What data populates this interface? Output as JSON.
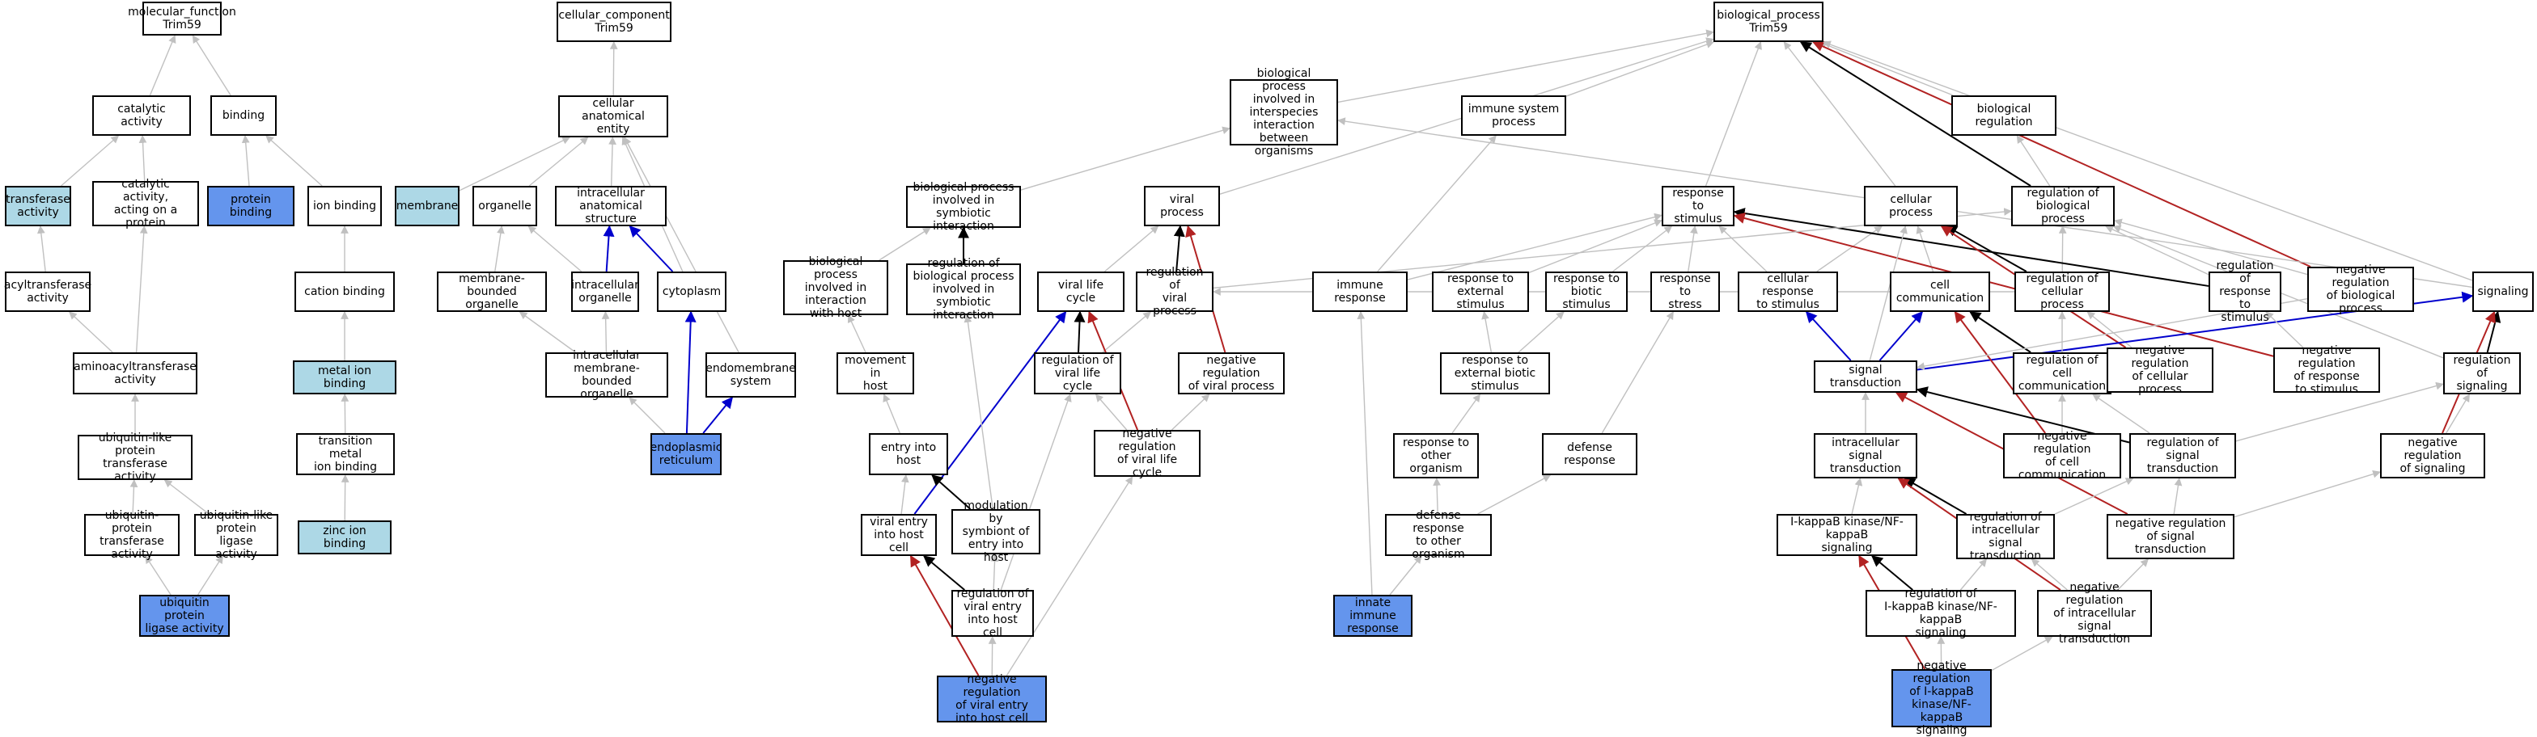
{
  "nodes": [
    {
      "id": "mf",
      "label": "molecular_function\nTrim59",
      "style": "plain"
    },
    {
      "id": "catalytic",
      "label": "catalytic activity",
      "style": "plain"
    },
    {
      "id": "binding",
      "label": "binding",
      "style": "plain"
    },
    {
      "id": "transferase",
      "label": "transferase\nactivity",
      "style": "light"
    },
    {
      "id": "catprot",
      "label": "catalytic activity,\nacting on a\nprotein",
      "style": "plain"
    },
    {
      "id": "protbind",
      "label": "protein binding",
      "style": "dark"
    },
    {
      "id": "ionbind",
      "label": "ion binding",
      "style": "plain"
    },
    {
      "id": "acyl",
      "label": "acyltransferase\nactivity",
      "style": "plain"
    },
    {
      "id": "cationbind",
      "label": "cation binding",
      "style": "plain"
    },
    {
      "id": "aminoacyl",
      "label": "aminoacyltransferase\nactivity",
      "style": "plain"
    },
    {
      "id": "metalion",
      "label": "metal ion binding",
      "style": "light"
    },
    {
      "id": "ublike",
      "label": "ubiquitin-like\nprotein transferase\nactivity",
      "style": "plain"
    },
    {
      "id": "transmetal",
      "label": "transition metal\nion binding",
      "style": "plain"
    },
    {
      "id": "ubprot",
      "label": "ubiquitin-protein\ntransferase\nactivity",
      "style": "plain"
    },
    {
      "id": "ubligase",
      "label": "ubiquitin-like\nprotein ligase\nactivity",
      "style": "plain"
    },
    {
      "id": "zinc",
      "label": "zinc ion binding",
      "style": "light"
    },
    {
      "id": "ubligaseact",
      "label": "ubiquitin protein\nligase activity",
      "style": "dark"
    },
    {
      "id": "cc",
      "label": "cellular_component\nTrim59",
      "style": "plain"
    },
    {
      "id": "cae",
      "label": "cellular anatomical\nentity",
      "style": "plain"
    },
    {
      "id": "membrane",
      "label": "membrane",
      "style": "light"
    },
    {
      "id": "organelle",
      "label": "organelle",
      "style": "plain"
    },
    {
      "id": "ias",
      "label": "intracellular\nanatomical structure",
      "style": "plain"
    },
    {
      "id": "mbo",
      "label": "membrane-bounded\norganelle",
      "style": "plain"
    },
    {
      "id": "intorg",
      "label": "intracellular\norganelle",
      "style": "plain"
    },
    {
      "id": "cytoplasm",
      "label": "cytoplasm",
      "style": "plain"
    },
    {
      "id": "imbo",
      "label": "intracellular\nmembrane-bounded\norganelle",
      "style": "plain"
    },
    {
      "id": "endomem",
      "label": "endomembrane\nsystem",
      "style": "plain"
    },
    {
      "id": "er",
      "label": "endoplasmic\nreticulum",
      "style": "dark"
    },
    {
      "id": "bp",
      "label": "biological_process\nTrim59",
      "style": "plain"
    },
    {
      "id": "bpinter",
      "label": "biological process\ninvolved in\ninterspecies\ninteraction\nbetween organisms",
      "style": "plain"
    },
    {
      "id": "iss",
      "label": "immune system\nprocess",
      "style": "plain"
    },
    {
      "id": "bioreg",
      "label": "biological regulation",
      "style": "plain"
    },
    {
      "id": "bpsym",
      "label": "biological process\ninvolved in\nsymbiotic interaction",
      "style": "plain"
    },
    {
      "id": "viralproc",
      "label": "viral process",
      "style": "plain"
    },
    {
      "id": "resp",
      "label": "response to\nstimulus",
      "style": "plain"
    },
    {
      "id": "cellproc",
      "label": "cellular process",
      "style": "plain"
    },
    {
      "id": "regbp",
      "label": "regulation of\nbiological process",
      "style": "plain"
    },
    {
      "id": "bphost",
      "label": "biological process\ninvolved in\ninteraction\nwith host",
      "style": "plain"
    },
    {
      "id": "regbpsym",
      "label": "regulation of\nbiological process\ninvolved in\nsymbiotic interaction",
      "style": "plain"
    },
    {
      "id": "vlc",
      "label": "viral life cycle",
      "style": "plain"
    },
    {
      "id": "regvp",
      "label": "regulation of\nviral process",
      "style": "plain"
    },
    {
      "id": "immresp",
      "label": "immune response",
      "style": "plain"
    },
    {
      "id": "rext",
      "label": "response to\nexternal stimulus",
      "style": "plain"
    },
    {
      "id": "rbiotic",
      "label": "response to\nbiotic stimulus",
      "style": "plain"
    },
    {
      "id": "rstress",
      "label": "response to\nstress",
      "style": "plain"
    },
    {
      "id": "crs",
      "label": "cellular response\nto stimulus",
      "style": "plain"
    },
    {
      "id": "cellcomm",
      "label": "cell communication",
      "style": "plain"
    },
    {
      "id": "regcp",
      "label": "regulation of\ncellular process",
      "style": "plain"
    },
    {
      "id": "regrs",
      "label": "regulation of\nresponse to\nstimulus",
      "style": "plain"
    },
    {
      "id": "negregbp",
      "label": "negative regulation\nof biological\nprocess",
      "style": "plain"
    },
    {
      "id": "signaling",
      "label": "signaling",
      "style": "plain"
    },
    {
      "id": "movhost",
      "label": "movement in\nhost",
      "style": "plain"
    },
    {
      "id": "regvlc",
      "label": "regulation of\nviral life cycle",
      "style": "plain"
    },
    {
      "id": "negregvp",
      "label": "negative regulation\nof viral process",
      "style": "plain"
    },
    {
      "id": "rebs",
      "label": "response to\nexternal biotic\nstimulus",
      "style": "plain"
    },
    {
      "id": "sigtrans",
      "label": "signal transduction",
      "style": "plain"
    },
    {
      "id": "regcc",
      "label": "regulation of\ncell communication",
      "style": "plain"
    },
    {
      "id": "negregcp",
      "label": "negative regulation\nof cellular\nprocess",
      "style": "plain"
    },
    {
      "id": "negregrs",
      "label": "negative regulation\nof response\nto stimulus",
      "style": "plain"
    },
    {
      "id": "regsig",
      "label": "regulation of\nsignaling",
      "style": "plain"
    },
    {
      "id": "entryhost",
      "label": "entry into host",
      "style": "plain"
    },
    {
      "id": "negregvlc",
      "label": "negative regulation\nof viral life\ncycle",
      "style": "plain"
    },
    {
      "id": "rorg",
      "label": "response to\nother organism",
      "style": "plain"
    },
    {
      "id": "defresp",
      "label": "defense response",
      "style": "plain"
    },
    {
      "id": "ist",
      "label": "intracellular\nsignal transduction",
      "style": "plain"
    },
    {
      "id": "negregcc",
      "label": "negative regulation\nof cell communication",
      "style": "plain"
    },
    {
      "id": "regst",
      "label": "regulation of\nsignal transduction",
      "style": "plain"
    },
    {
      "id": "negregsig",
      "label": "negative regulation\nof signaling",
      "style": "plain"
    },
    {
      "id": "viralentry",
      "label": "viral entry\ninto host cell",
      "style": "plain"
    },
    {
      "id": "modsym",
      "label": "modulation by\nsymbiont of\nentry into host",
      "style": "plain"
    },
    {
      "id": "defrorg",
      "label": "defense response\nto other organism",
      "style": "plain"
    },
    {
      "id": "ikb",
      "label": "I-kappaB kinase/NF-kappaB\nsignaling",
      "style": "plain"
    },
    {
      "id": "regist",
      "label": "regulation of\nintracellular\nsignal transduction",
      "style": "plain"
    },
    {
      "id": "negregst",
      "label": "negative regulation\nof signal transduction",
      "style": "plain"
    },
    {
      "id": "regventry",
      "label": "regulation of\nviral entry\ninto host cell",
      "style": "plain"
    },
    {
      "id": "innate",
      "label": "innate immune\nresponse",
      "style": "dark"
    },
    {
      "id": "regikb",
      "label": "regulation of\nI-kappaB kinase/NF-kappaB\nsignaling",
      "style": "plain"
    },
    {
      "id": "negregist",
      "label": "negative regulation\nof intracellular\nsignal transduction",
      "style": "plain"
    },
    {
      "id": "negregventry",
      "label": "negative regulation\nof viral entry\ninto host cell",
      "style": "dark"
    },
    {
      "id": "negregikb",
      "label": "negative regulation\nof I-kappaB\nkinase/NF-kappaB\nsignaling",
      "style": "dark"
    }
  ],
  "edges": [
    [
      "catalytic",
      "mf",
      "gray"
    ],
    [
      "binding",
      "mf",
      "gray"
    ],
    [
      "transferase",
      "catalytic",
      "gray"
    ],
    [
      "catprot",
      "catalytic",
      "gray"
    ],
    [
      "protbind",
      "binding",
      "gray"
    ],
    [
      "ionbind",
      "binding",
      "gray"
    ],
    [
      "acyl",
      "transferase",
      "gray"
    ],
    [
      "cationbind",
      "ionbind",
      "gray"
    ],
    [
      "aminoacyl",
      "acyl",
      "gray"
    ],
    [
      "aminoacyl",
      "catprot",
      "gray"
    ],
    [
      "metalion",
      "cationbind",
      "gray"
    ],
    [
      "ublike",
      "aminoacyl",
      "gray"
    ],
    [
      "transmetal",
      "metalion",
      "gray"
    ],
    [
      "ubprot",
      "ublike",
      "gray"
    ],
    [
      "ubligase",
      "ublike",
      "gray"
    ],
    [
      "zinc",
      "transmetal",
      "gray"
    ],
    [
      "ubligaseact",
      "ubprot",
      "gray"
    ],
    [
      "ubligaseact",
      "ubligase",
      "gray"
    ],
    [
      "cae",
      "cc",
      "gray"
    ],
    [
      "membrane",
      "cae",
      "gray"
    ],
    [
      "organelle",
      "cae",
      "gray"
    ],
    [
      "ias",
      "cae",
      "gray"
    ],
    [
      "cytoplasm",
      "cae",
      "gray"
    ],
    [
      "endomem",
      "cae",
      "gray"
    ],
    [
      "mbo",
      "organelle",
      "gray"
    ],
    [
      "intorg",
      "organelle",
      "gray"
    ],
    [
      "intorg",
      "ias",
      "blue"
    ],
    [
      "cytoplasm",
      "ias",
      "blue"
    ],
    [
      "imbo",
      "mbo",
      "gray"
    ],
    [
      "imbo",
      "intorg",
      "gray"
    ],
    [
      "er",
      "imbo",
      "gray"
    ],
    [
      "er",
      "cytoplasm",
      "blue"
    ],
    [
      "er",
      "endomem",
      "blue"
    ],
    [
      "bpinter",
      "bp",
      "gray"
    ],
    [
      "iss",
      "bp",
      "gray"
    ],
    [
      "bioreg",
      "bp",
      "gray"
    ],
    [
      "resp",
      "bp",
      "gray"
    ],
    [
      "cellproc",
      "bp",
      "gray"
    ],
    [
      "regbp",
      "bp",
      "black"
    ],
    [
      "negregbp",
      "bp",
      "red"
    ],
    [
      "viralproc",
      "bp",
      "gray"
    ],
    [
      "signaling",
      "bp",
      "gray"
    ],
    [
      "bpsym",
      "bpinter",
      "gray"
    ],
    [
      "bphost",
      "bpsym",
      "gray"
    ],
    [
      "regbpsym",
      "bpsym",
      "black"
    ],
    [
      "vlc",
      "viralproc",
      "gray"
    ],
    [
      "regvp",
      "viralproc",
      "black"
    ],
    [
      "negregvp",
      "viralproc",
      "red"
    ],
    [
      "immresp",
      "iss",
      "gray"
    ],
    [
      "immresp",
      "resp",
      "gray"
    ],
    [
      "rext",
      "resp",
      "gray"
    ],
    [
      "rbiotic",
      "resp",
      "gray"
    ],
    [
      "rstress",
      "resp",
      "gray"
    ],
    [
      "crs",
      "resp",
      "gray"
    ],
    [
      "crs",
      "cellproc",
      "gray"
    ],
    [
      "cellcomm",
      "cellproc",
      "gray"
    ],
    [
      "regcp",
      "cellproc",
      "black"
    ],
    [
      "regcp",
      "regbp",
      "gray"
    ],
    [
      "regbp",
      "bioreg",
      "gray"
    ],
    [
      "regrs",
      "resp",
      "black"
    ],
    [
      "regrs",
      "regbp",
      "gray"
    ],
    [
      "negregbp",
      "regbp",
      "gray"
    ],
    [
      "negregrs",
      "resp",
      "red"
    ],
    [
      "negregcp",
      "cellproc",
      "red"
    ],
    [
      "negregcp",
      "regcp",
      "gray"
    ],
    [
      "regsig",
      "signaling",
      "black"
    ],
    [
      "regsig",
      "regbp",
      "gray"
    ],
    [
      "negregsig",
      "signaling",
      "red"
    ],
    [
      "negregsig",
      "regsig",
      "gray"
    ],
    [
      "movhost",
      "bphost",
      "gray"
    ],
    [
      "entryhost",
      "movhost",
      "gray"
    ],
    [
      "regvlc",
      "vlc",
      "black"
    ],
    [
      "regvlc",
      "regvp",
      "gray"
    ],
    [
      "negregvlc",
      "vlc",
      "red"
    ],
    [
      "negregvlc",
      "negregvp",
      "gray"
    ],
    [
      "negregvlc",
      "regvlc",
      "gray"
    ],
    [
      "rebs",
      "rext",
      "gray"
    ],
    [
      "rebs",
      "rbiotic",
      "gray"
    ],
    [
      "sigtrans",
      "crs",
      "blue"
    ],
    [
      "sigtrans",
      "cellcomm",
      "blue"
    ],
    [
      "sigtrans",
      "signaling",
      "blue"
    ],
    [
      "sigtrans",
      "cellproc",
      "gray"
    ],
    [
      "regcc",
      "cellcomm",
      "black"
    ],
    [
      "regcc",
      "regcp",
      "gray"
    ],
    [
      "negregcc",
      "cellcomm",
      "red"
    ],
    [
      "negregcc",
      "regcc",
      "gray"
    ],
    [
      "negregrs",
      "regrs",
      "gray"
    ],
    [
      "regst",
      "sigtrans",
      "black"
    ],
    [
      "regst",
      "regsig",
      "gray"
    ],
    [
      "regst",
      "regcc",
      "gray"
    ],
    [
      "negregst",
      "sigtrans",
      "red"
    ],
    [
      "negregst",
      "regst",
      "gray"
    ],
    [
      "negregst",
      "negregsig",
      "gray"
    ],
    [
      "ist",
      "sigtrans",
      "gray"
    ],
    [
      "rorg",
      "rebs",
      "gray"
    ],
    [
      "defresp",
      "rstress",
      "gray"
    ],
    [
      "defrorg",
      "rorg",
      "gray"
    ],
    [
      "defrorg",
      "defresp",
      "gray"
    ],
    [
      "innate",
      "immresp",
      "gray"
    ],
    [
      "innate",
      "defrorg",
      "gray"
    ],
    [
      "viralentry",
      "entryhost",
      "gray"
    ],
    [
      "viralentry",
      "vlc",
      "blue"
    ],
    [
      "modsym",
      "entryhost",
      "black"
    ],
    [
      "modsym",
      "regbpsym",
      "gray"
    ],
    [
      "regventry",
      "viralentry",
      "black"
    ],
    [
      "regventry",
      "modsym",
      "gray"
    ],
    [
      "regventry",
      "regvlc",
      "gray"
    ],
    [
      "negregventry",
      "viralentry",
      "red"
    ],
    [
      "negregventry",
      "regventry",
      "gray"
    ],
    [
      "negregventry",
      "negregvlc",
      "gray"
    ],
    [
      "ikb",
      "ist",
      "gray"
    ],
    [
      "regist",
      "ist",
      "black"
    ],
    [
      "regist",
      "regst",
      "gray"
    ],
    [
      "regikb",
      "ikb",
      "black"
    ],
    [
      "regikb",
      "regist",
      "gray"
    ],
    [
      "negregist",
      "ist",
      "red"
    ],
    [
      "negregist",
      "regist",
      "gray"
    ],
    [
      "negregist",
      "negregst",
      "gray"
    ],
    [
      "negregikb",
      "ikb",
      "red"
    ],
    [
      "negregikb",
      "regikb",
      "gray"
    ],
    [
      "negregikb",
      "negregist",
      "gray"
    ],
    [
      "negregbp",
      "sigtrans",
      "gray"
    ],
    [
      "signaling",
      "bpinter",
      "gray"
    ],
    [
      "regvp",
      "regbp",
      "gray"
    ],
    [
      "regcp",
      "regvp",
      "gray"
    ]
  ],
  "colors": {
    "gray": "#c0c0c0",
    "black": "#000000",
    "red": "#b22222",
    "blue": "#0000cd",
    "light_fill": "#add8e6",
    "dark_fill": "#6495ed"
  }
}
